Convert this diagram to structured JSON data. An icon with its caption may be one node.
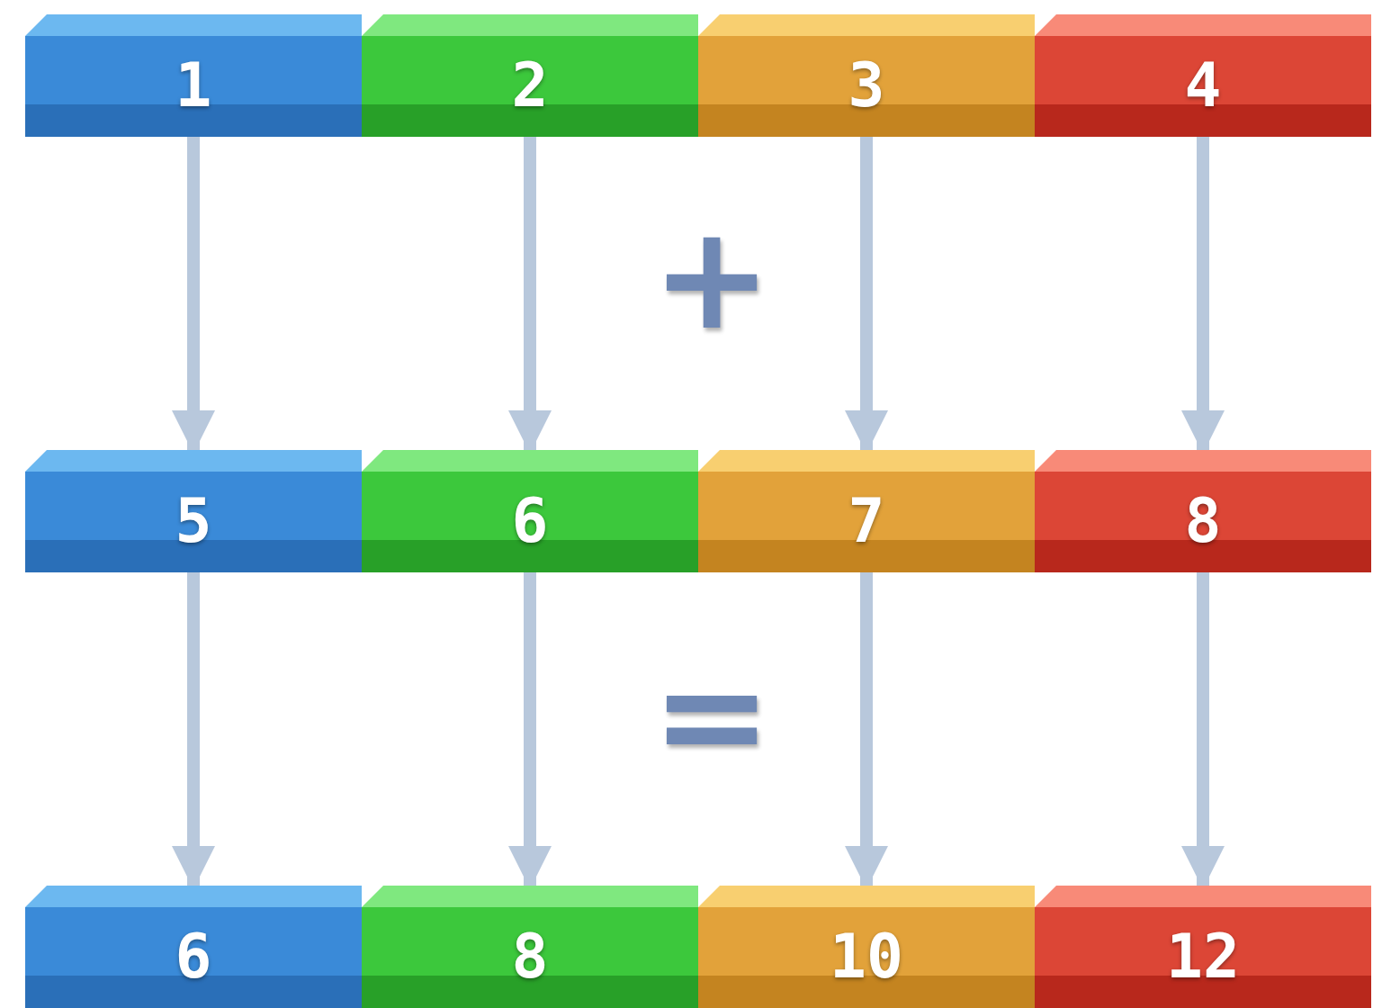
{
  "diagram": {
    "nodes": [
      {
        "text": [
          "1"
        ]
      },
      {
        "text": [
          "2"
        ]
      },
      {
        "text": [
          "3"
        ]
      },
      {
        "text": [
          "4"
        ]
      },
      {
        "text": [
          "5"
        ]
      },
      {
        "text": [
          "6"
        ]
      },
      {
        "text": [
          "7"
        ]
      },
      {
        "text": [
          "8"
        ]
      },
      {
        "text": [
          "6"
        ]
      },
      {
        "text": [
          "8"
        ]
      },
      {
        "text": [
          "10"
        ]
      },
      {
        "text": [
          "12"
        ]
      }
    ],
    "edges": [
      {
        "from": 0,
        "to": 4,
        "arrow": "to"
      },
      {
        "from": 1,
        "to": 5,
        "arrow": "to"
      },
      {
        "from": 2,
        "to": 6,
        "arrow": "to"
      },
      {
        "from": 3,
        "to": 7,
        "arrow": "to"
      },
      {
        "from": 4,
        "to": 8,
        "arrow": "to"
      },
      {
        "from": 5,
        "to": 9,
        "arrow": "to"
      },
      {
        "from": 6,
        "to": 10,
        "arrow": "to"
      },
      {
        "from": 7,
        "to": 11,
        "arrow": "to"
      }
    ],
    "labels": [
      "+",
      "="
    ]
  }
}
